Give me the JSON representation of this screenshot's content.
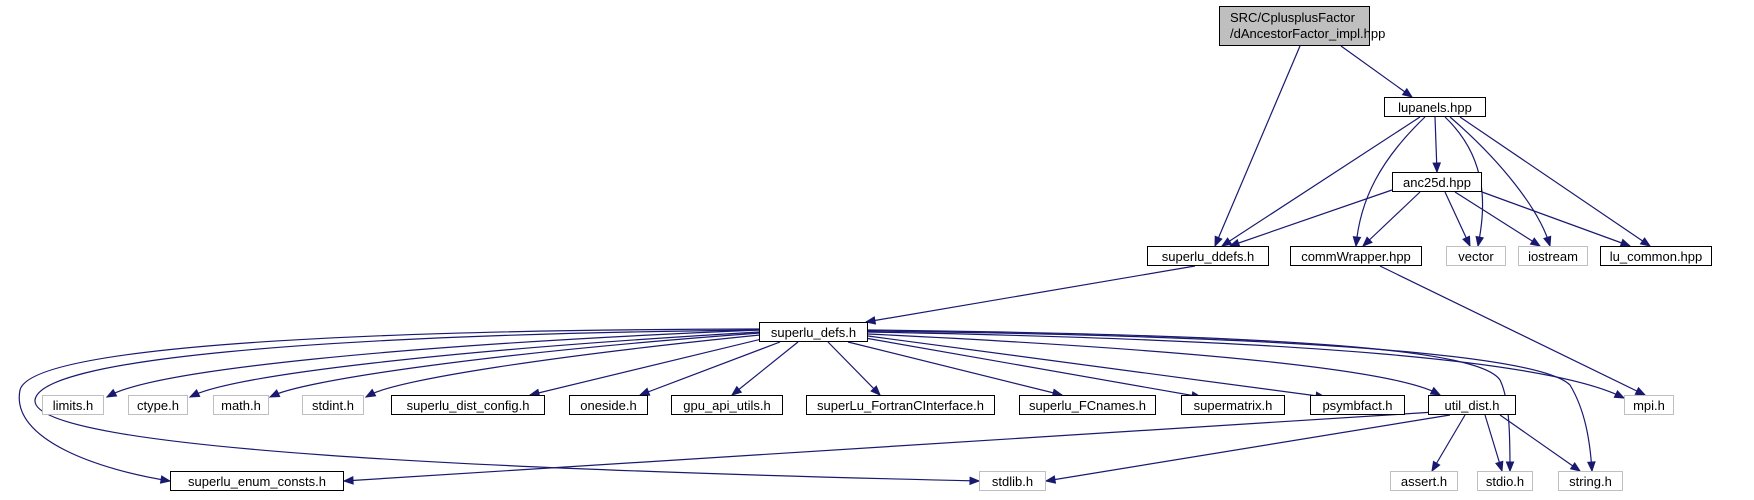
{
  "root": {
    "line1": "SRC/CplusplusFactor",
    "line2": "/dAncestorFactor_impl.hpp"
  },
  "nodes": {
    "lupanels": "lupanels.hpp",
    "anc25d": "anc25d.hpp",
    "superlu_ddefs": "superlu_ddefs.h",
    "commWrapper": "commWrapper.hpp",
    "vector": "vector",
    "iostream": "iostream",
    "lu_common": "lu_common.hpp",
    "superlu_defs": "superlu_defs.h",
    "limits": "limits.h",
    "ctype": "ctype.h",
    "math": "math.h",
    "stdint": "stdint.h",
    "superlu_dist_config": "superlu_dist_config.h",
    "oneside": "oneside.h",
    "gpu_api_utils": "gpu_api_utils.h",
    "fortran_iface": "superLu_FortranCInterface.h",
    "fcnames": "superlu_FCnames.h",
    "supermatrix": "supermatrix.h",
    "psymbfact": "psymbfact.h",
    "util_dist": "util_dist.h",
    "mpi": "mpi.h",
    "enum_consts": "superlu_enum_consts.h",
    "stdlib": "stdlib.h",
    "assert": "assert.h",
    "stdio": "stdio.h",
    "string": "string.h"
  },
  "colors": {
    "edge": "#191970",
    "root_fill": "#bfbfbf",
    "system_border": "#bfbfbf",
    "documented_border": "#000000"
  }
}
